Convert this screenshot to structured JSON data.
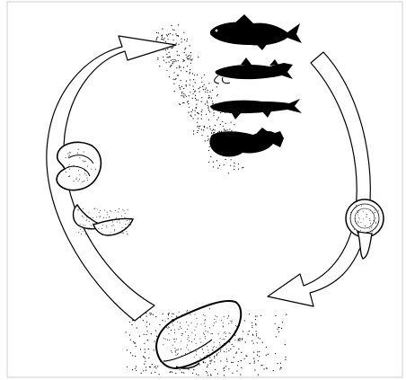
{
  "diagram": {
    "stages": [
      {
        "id": "host-fish",
        "icon": "fish-silhouettes-icon"
      },
      {
        "id": "juvenile-mussel",
        "icon": "juvenile-mussel-icon"
      },
      {
        "id": "adult-mussel",
        "icon": "adult-mussel-icon"
      },
      {
        "id": "glochidium-larva",
        "icon": "glochidia-larvae-icon"
      }
    ],
    "hosts": [
      {
        "name": "",
        "icon": "fish-silhouette-icon"
      },
      {
        "name": "",
        "icon": "fish-silhouette-icon"
      },
      {
        "name": "",
        "icon": "fish-silhouette-icon"
      },
      {
        "name": "",
        "icon": "fish-silhouette-icon"
      }
    ],
    "colors": {
      "ink": "#000000",
      "paper": "#ffffff",
      "border": "#cfcfcf"
    }
  }
}
